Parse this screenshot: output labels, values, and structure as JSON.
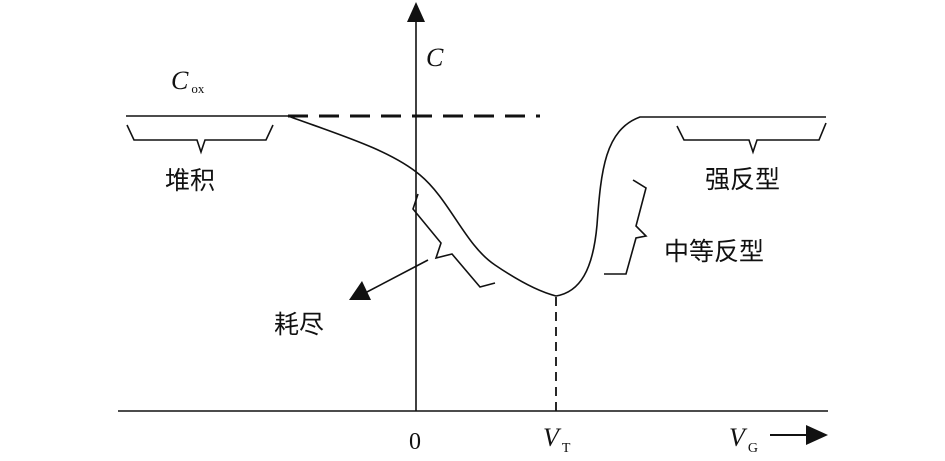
{
  "diagram": {
    "type": "MOS C-V characteristic",
    "axes": {
      "y_label": "C",
      "x_label_main": "V",
      "x_label_sub": "G",
      "origin_label": "0",
      "threshold_main": "V",
      "threshold_sub": "T"
    },
    "reference": {
      "cox_main": "C",
      "cox_sub": "ox"
    },
    "regions": {
      "accumulation": "堆积",
      "depletion": "耗尽",
      "moderate_inversion": "中等反型",
      "strong_inversion": "强反型"
    },
    "colors": {
      "line": "#111111",
      "background": "#ffffff"
    }
  }
}
